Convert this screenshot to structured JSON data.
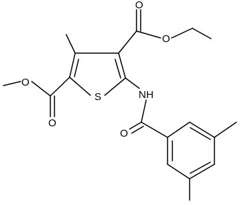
{
  "molecule": {
    "atoms": {
      "o_carbonyl_top": "O",
      "o_ester_top": "O",
      "o_ester_left": "O",
      "o_carbonyl_left": "O",
      "s_ring": "S",
      "nh": "NH",
      "o_amide": "O"
    }
  }
}
